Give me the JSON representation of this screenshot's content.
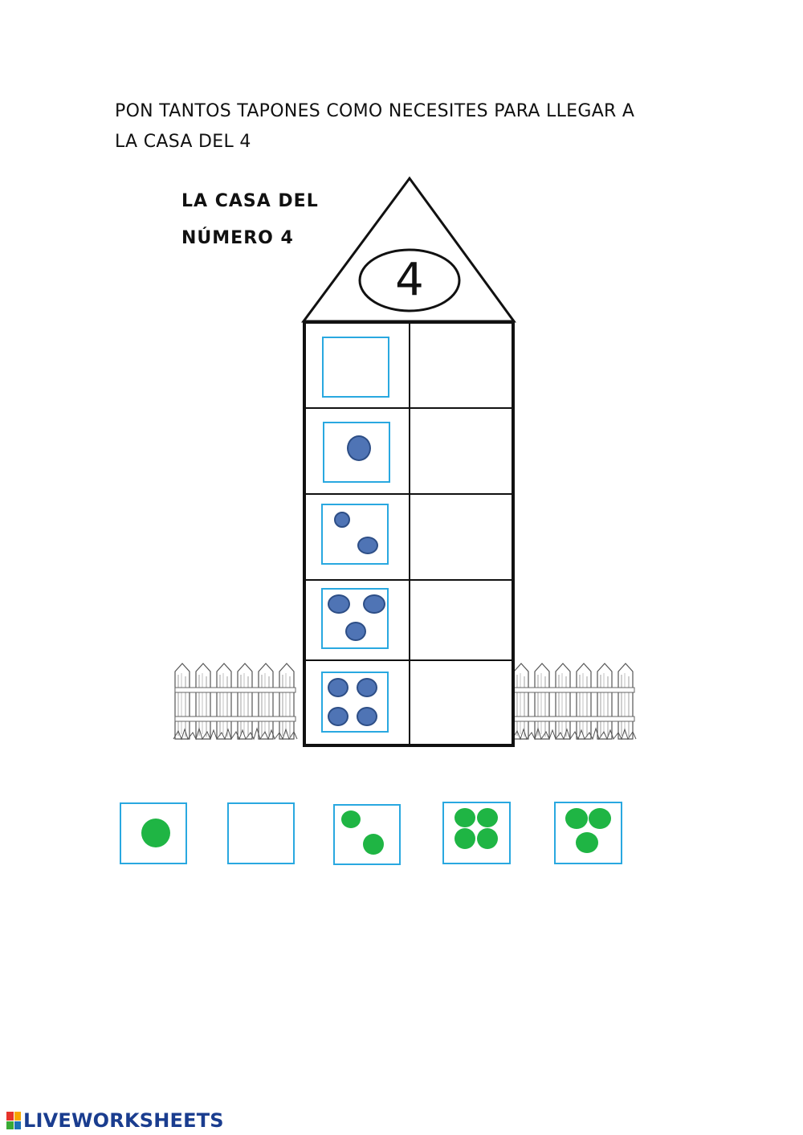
{
  "instructions": {
    "line1": "PON TANTOS TAPONES COMO NECESITES PARA LLEGAR A",
    "line2": "LA CASA DEL 4"
  },
  "house": {
    "title_line1": "LA CASA DEL",
    "title_line2": "NÚMERO 4",
    "number": "4",
    "rows": [
      {
        "dots_shown": 0
      },
      {
        "dots_shown": 1
      },
      {
        "dots_shown": 2
      },
      {
        "dots_shown": 3
      },
      {
        "dots_shown": 4
      }
    ]
  },
  "options": [
    {
      "dots": 1
    },
    {
      "dots": 0
    },
    {
      "dots": 2
    },
    {
      "dots": 4
    },
    {
      "dots": 3
    }
  ],
  "colors": {
    "frame": "#29a8e0",
    "blue_dot": "#4f74b5",
    "green_dot": "#1fb544",
    "logo": "#1a3d8f"
  },
  "footer": {
    "logo_text": "LIVEWORKSHEETS"
  }
}
